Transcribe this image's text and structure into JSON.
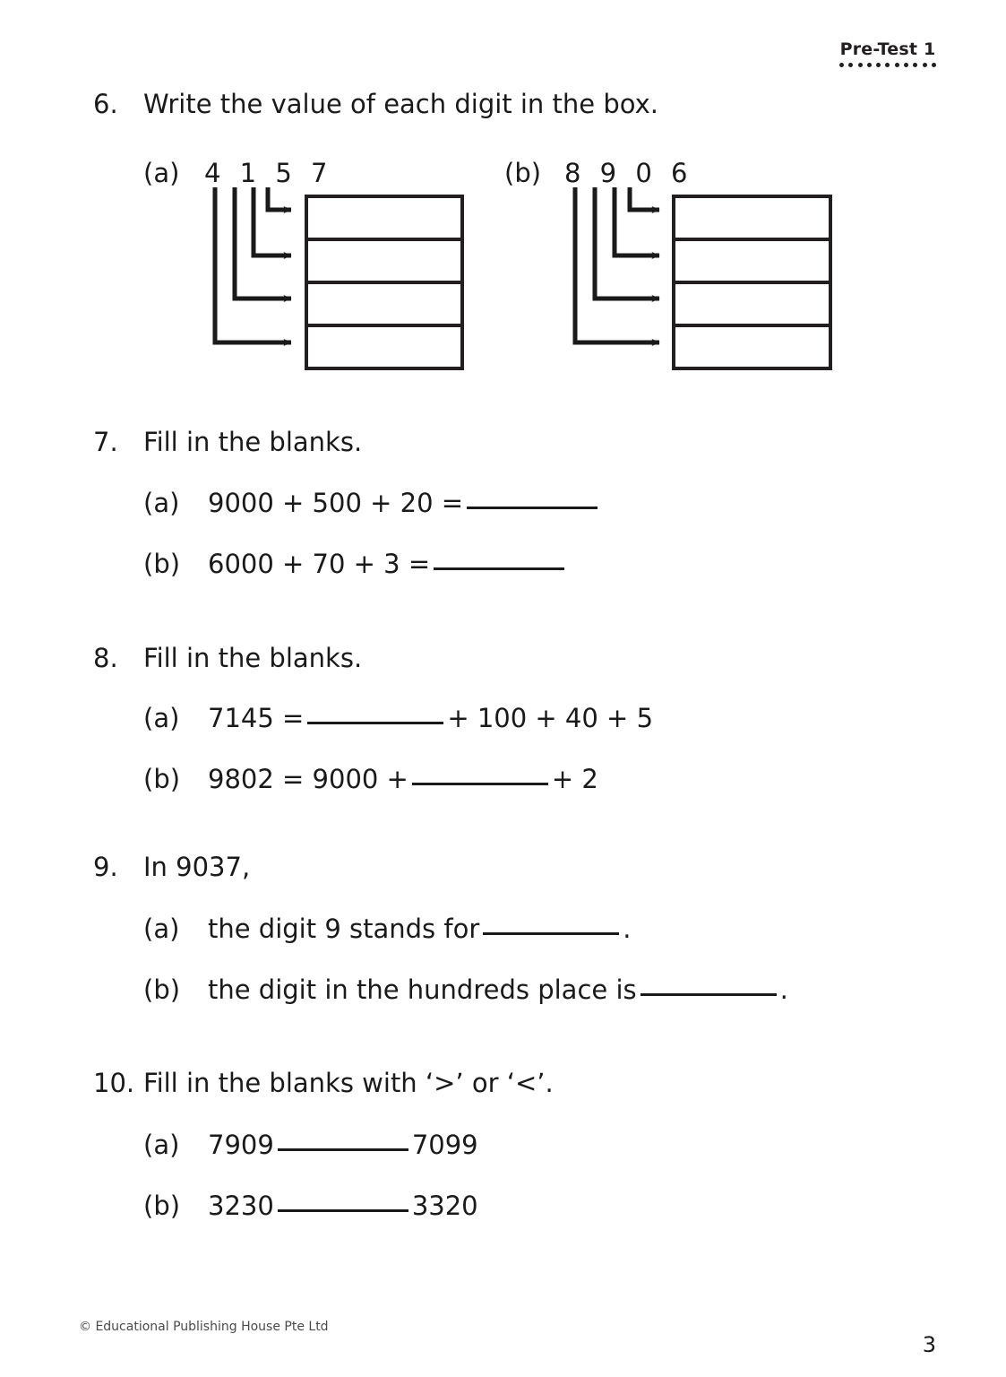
{
  "header": {
    "title": "Pre-Test 1",
    "dot_count": 11
  },
  "questions": [
    {
      "number": "6.",
      "text": "Write the value of each digit in the box.",
      "parts": [
        {
          "label": "(a)",
          "digits": "4 1 5 7"
        },
        {
          "label": "(b)",
          "digits": "8 9 0 6"
        }
      ]
    },
    {
      "number": "7.",
      "text": "Fill in the blanks.",
      "parts": [
        {
          "label": "(a)",
          "before": "9000 + 500 + 20 =",
          "after": ""
        },
        {
          "label": "(b)",
          "before": "6000 + 70 + 3 =",
          "after": ""
        }
      ]
    },
    {
      "number": "8.",
      "text": "Fill in the blanks.",
      "parts": [
        {
          "label": "(a)",
          "before": "7145 =",
          "after": "+ 100 + 40 + 5"
        },
        {
          "label": "(b)",
          "before": "9802 = 9000 +",
          "after": "+ 2"
        }
      ]
    },
    {
      "number": "9.",
      "text": "In 9037,",
      "parts": [
        {
          "label": "(a)",
          "before": "the digit 9 stands for",
          "after": "."
        },
        {
          "label": "(b)",
          "before": "the digit in the hundreds place is",
          "after": "."
        }
      ]
    },
    {
      "number": "10.",
      "text": "Fill in the blanks with ‘>’ or ‘<’.",
      "parts": [
        {
          "label": "(a)",
          "before": "7909",
          "after": "7099"
        },
        {
          "label": "(b)",
          "before": "3230",
          "after": "3320"
        }
      ]
    }
  ],
  "footer": {
    "copyright": "© Educational Publishing House Pte Ltd",
    "page_number": "3"
  }
}
